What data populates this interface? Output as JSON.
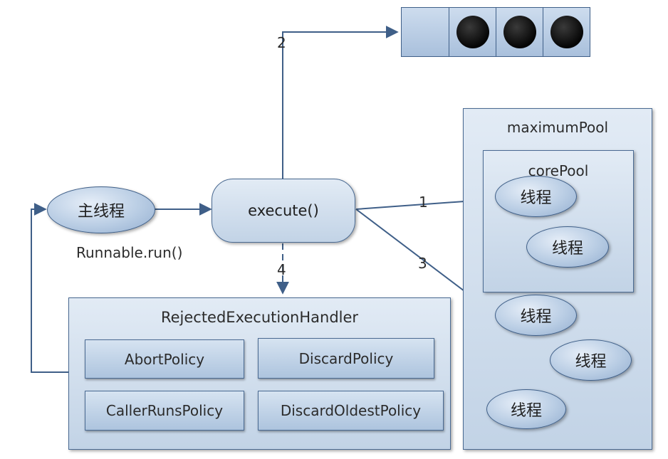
{
  "diagram": {
    "main_thread": "主线程",
    "runnable_label": "Runnable.run()",
    "execute": "execute()",
    "handler": {
      "title": "RejectedExecutionHandler",
      "policies": [
        "AbortPolicy",
        "DiscardPolicy",
        "CallerRunsPolicy",
        "DiscardOldestPolicy"
      ]
    },
    "maximum_pool": {
      "title": "maximumPool",
      "core_pool": {
        "title": "corePool",
        "threads": [
          "线程",
          "线程"
        ]
      },
      "extra_threads": [
        "线程",
        "线程",
        "线程"
      ]
    },
    "steps": [
      "1",
      "2",
      "3",
      "4"
    ],
    "queue": {
      "filled_slots": 3,
      "total_slots": 4
    }
  }
}
